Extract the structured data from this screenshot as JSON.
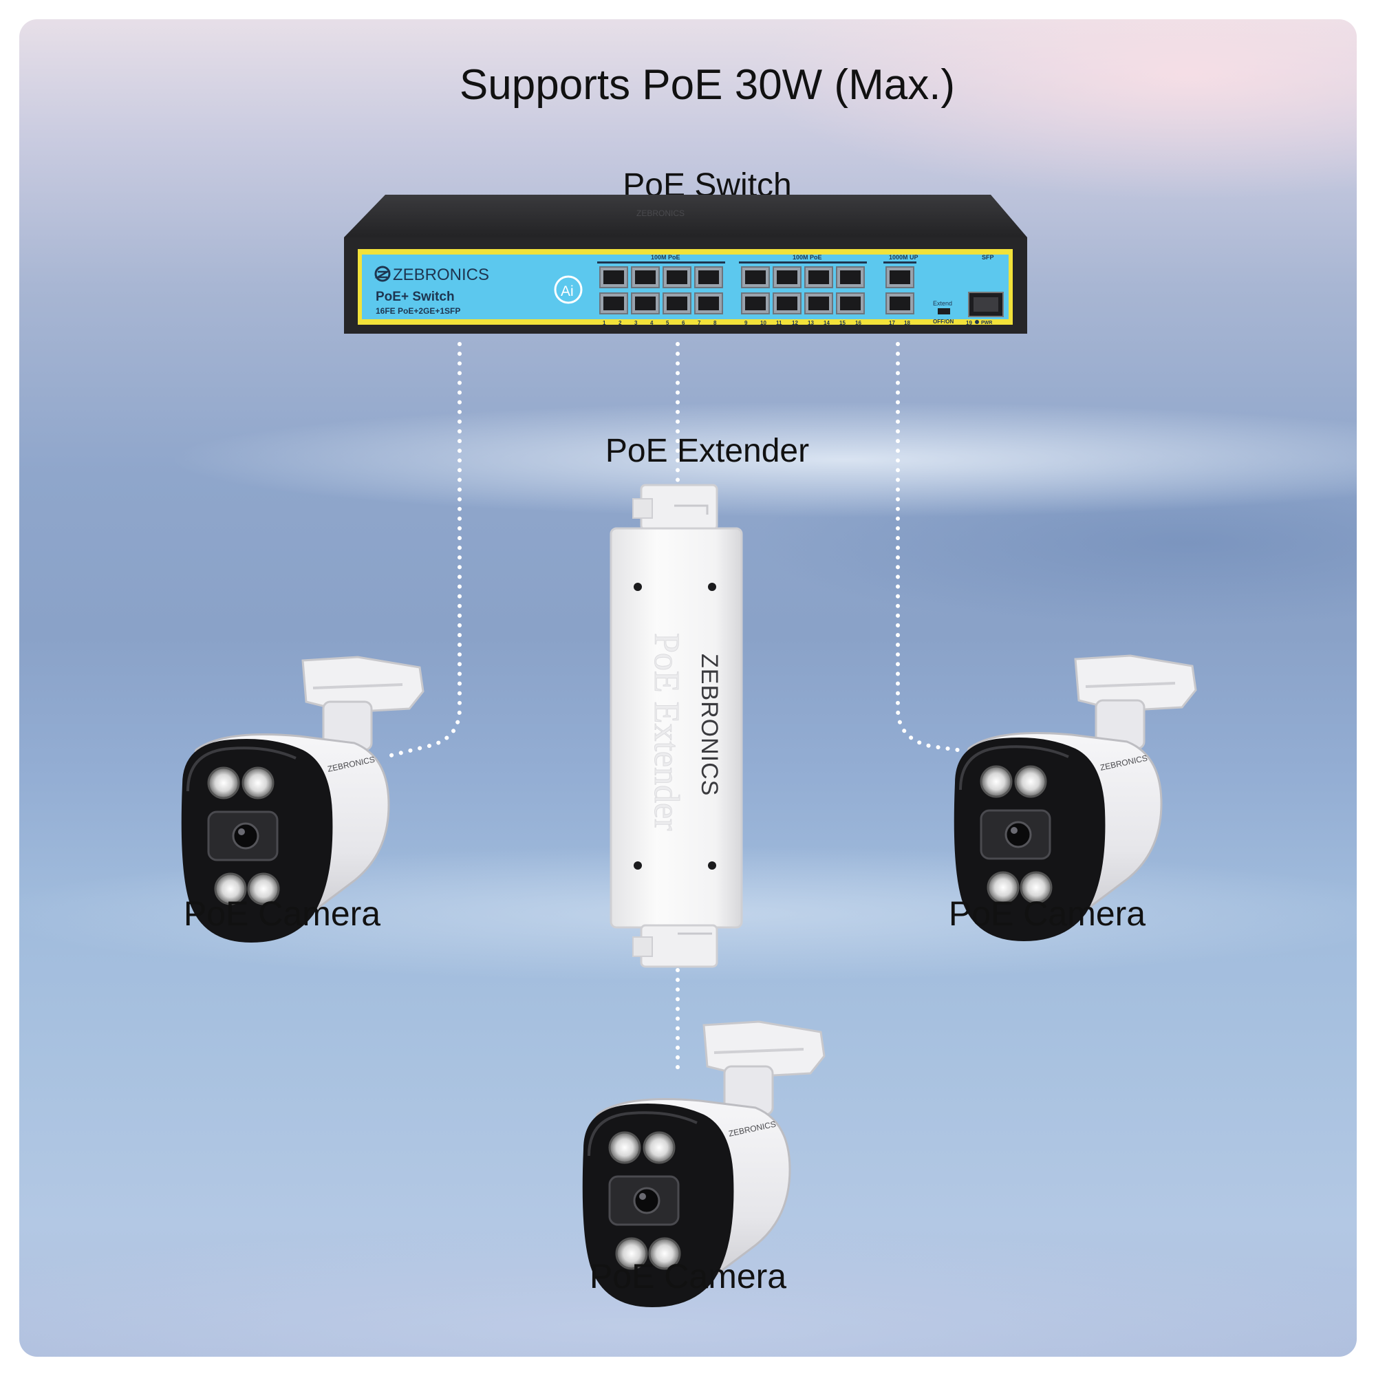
{
  "headline": "Supports PoE 30W (Max.)",
  "labels": {
    "switch": "PoE Switch",
    "extender": "PoE Extender",
    "camera_left": "PoE Camera",
    "camera_right": "PoE Camera",
    "camera_bottom": "PoE Camera"
  },
  "switch_device": {
    "brand": "ZEBRONICS",
    "model": "PoE+ Switch",
    "spec": "16FE PoE+2GE+1SFP",
    "ai_badge": "Ai",
    "group_labels": [
      "100M PoE",
      "100M PoE",
      "1000M UP",
      "SFP"
    ],
    "port_numbers": [
      "1",
      "2",
      "3",
      "4",
      "5",
      "6",
      "7",
      "8",
      "9",
      "10",
      "11",
      "12",
      "13",
      "14",
      "15",
      "16",
      "17",
      "18",
      "19"
    ],
    "extend_label": "Extend",
    "extend_state": "OFF/ON",
    "power_label": "PWR"
  },
  "extender_device": {
    "brand": "ZEBRONICS",
    "embossed": "PoE Extender"
  },
  "camera_brand": "ZEBRONICS",
  "colors": {
    "switch_body": "#2b2b2d",
    "switch_face": "#5cc8ee",
    "switch_trim": "#f2e23a",
    "connector": "#ffffff",
    "camera_body": "#e9e9ec",
    "camera_face": "#141416"
  },
  "icons": [
    "zebronics-logo-icon",
    "ai-badge-icon",
    "ethernet-port-icon",
    "sfp-port-icon"
  ]
}
